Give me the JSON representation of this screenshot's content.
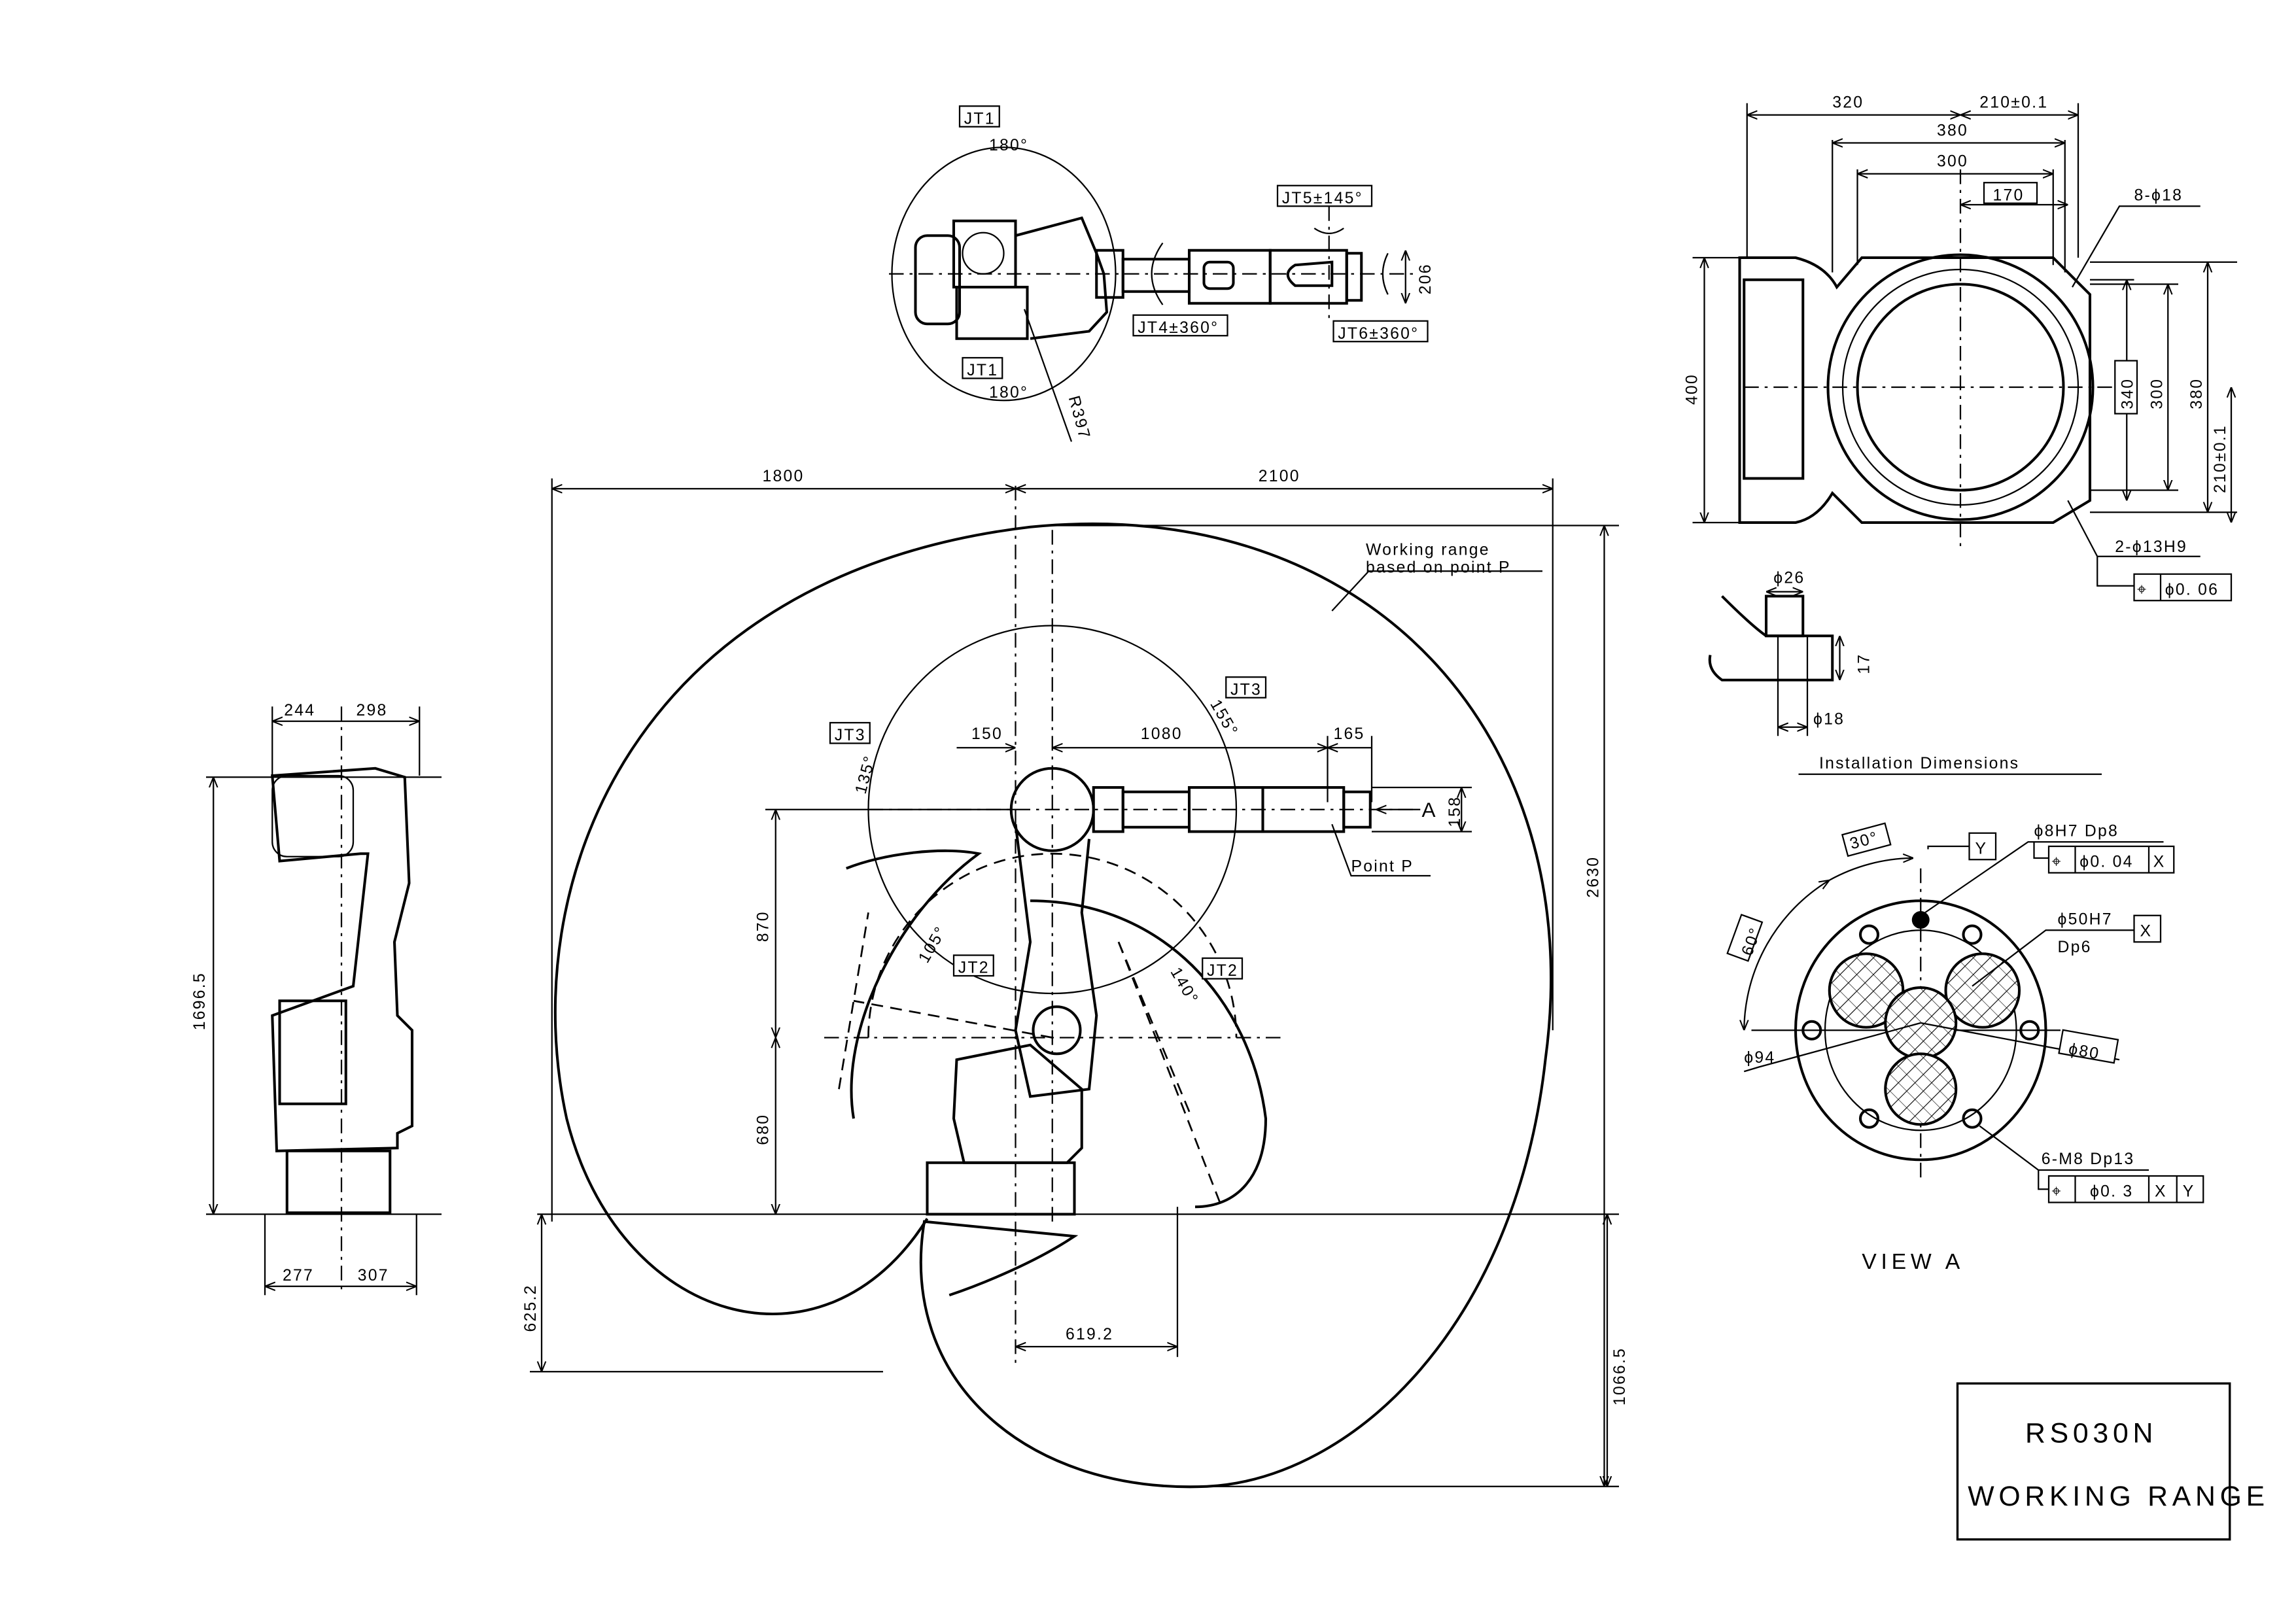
{
  "title_block": {
    "model": "RS030N",
    "subtitle": "WORKING RANGE"
  },
  "top_view": {
    "jt1_top": "JT1",
    "jt1_top_angle": "180°",
    "jt1_bottom": "JT1",
    "jt1_bottom_angle": "180°",
    "radius": "R397",
    "jt4": "JT4±360°",
    "jt5": "JT5±145°",
    "jt6": "JT6±360°",
    "width": "206"
  },
  "side_view": {
    "top_left": "244",
    "top_right": "298",
    "bottom_left": "277",
    "bottom_right": "307",
    "height": "1696.5"
  },
  "main_view": {
    "reach_left": "1800",
    "reach_right": "2100",
    "height_total": "2630",
    "below_base_right": "1066.5",
    "below_base_left": "625.2",
    "upper_arm": "870",
    "base_height": "680",
    "offset": "150",
    "forearm": "1080",
    "wrist": "165",
    "wrist_height": "158",
    "min_reach": "619.2",
    "working_range_line1": "Working range",
    "working_range_line2": "based on point P",
    "point_p": "Point P",
    "view_a_arrow": "A",
    "jt3_left": "JT3",
    "jt3_left_angle": "135°",
    "jt3_right": "JT3",
    "jt3_right_angle": "155°",
    "jt2_left": "JT2",
    "jt2_left_angle": "105°",
    "jt2_right": "JT2",
    "jt2_right_angle": "140°"
  },
  "base_view": {
    "left_width": "320",
    "right_width": "210±0.1",
    "hole_span": "380",
    "inner_span": "300",
    "half_span": "170",
    "holes": "8-ϕ18",
    "height": "400",
    "v_340": "340",
    "v_300": "300",
    "v_380": "380",
    "v_210": "210±0.1",
    "pins": "2-ϕ13H9",
    "pin_tol_symbol": "⌖",
    "pin_tol": "ϕ0. 06"
  },
  "installation": {
    "top_dia": "ϕ26",
    "bottom_dia": "ϕ18",
    "depth": "17",
    "caption": "Installation Dimensions"
  },
  "view_a": {
    "angle_30": "30°",
    "angle_60": "60°",
    "datum_y": "Y",
    "pin_hole": "ϕ8H7 Dp8",
    "pin_tol_symbol": "⌖",
    "pin_tol": "ϕ0. 04",
    "pin_datum": "X",
    "bore": "ϕ50H7",
    "bore_depth": "Dp6",
    "bore_datum": "X",
    "dia_94": "ϕ94",
    "dia_80": "ϕ80",
    "taps": "6-M8 Dp13",
    "tap_tol_symbol": "⌖",
    "tap_tol": "ϕ0. 3",
    "tap_datum1": "X",
    "tap_datum2": "Y",
    "caption": "VIEW A"
  }
}
